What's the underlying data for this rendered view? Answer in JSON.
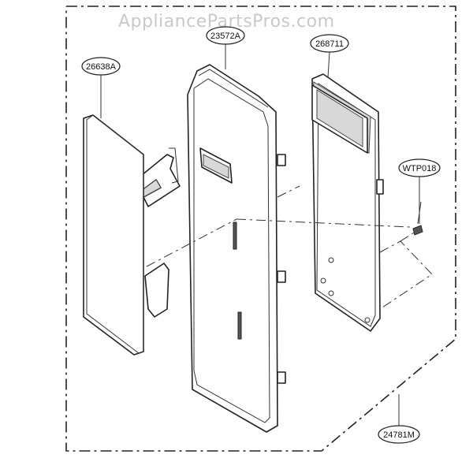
{
  "watermark": "AppliancePartsPros.com",
  "callouts": {
    "panel_cover": "26638A",
    "control_panel": "23572A",
    "pcb_board": "268711",
    "screw": "WTP018",
    "assembly": "24781M"
  }
}
